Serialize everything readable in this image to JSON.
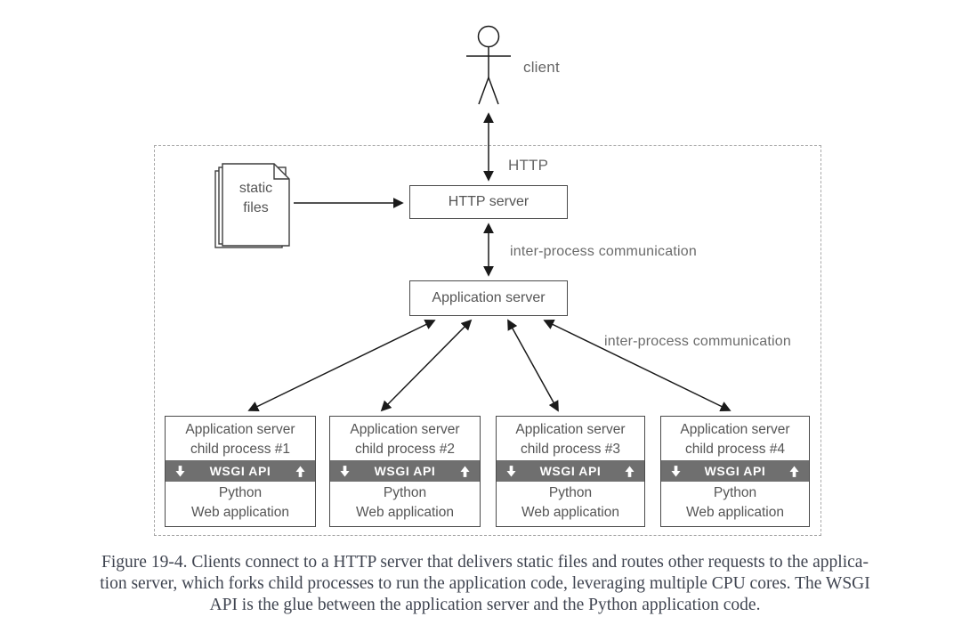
{
  "diagram": {
    "client_label": "client",
    "http_label": "HTTP",
    "static_files": {
      "line1": "static",
      "line2": "files"
    },
    "http_server_label": "HTTP server",
    "app_server_label": "Application server",
    "ipc_label_top": "inter-process communication",
    "ipc_label_bottom": "inter-process communication",
    "child_processes": [
      {
        "title_line1": "Application server",
        "title_line2": "child process #1",
        "wsgi_label": "WSGI API",
        "python_line1": "Python",
        "python_line2": "Web application"
      },
      {
        "title_line1": "Application server",
        "title_line2": "child process #2",
        "wsgi_label": "WSGI API",
        "python_line1": "Python",
        "python_line2": "Web application"
      },
      {
        "title_line1": "Application server",
        "title_line2": "child process #3",
        "wsgi_label": "WSGI API",
        "python_line1": "Python",
        "python_line2": "Web application"
      },
      {
        "title_line1": "Application server",
        "title_line2": "child process #4",
        "wsgi_label": "WSGI API",
        "python_line1": "Python",
        "python_line2": "Web application"
      }
    ],
    "colors": {
      "wsgi_bar": "#6f6f6f",
      "box_border": "#4a4a4a",
      "arrow": "#1a1a1a",
      "label_text": "#666666",
      "dashed_border": "#a8a8a8",
      "caption_text": "#3f4450"
    }
  },
  "caption": {
    "lines": [
      "Figure 19-4. Clients connect to a HTTP server that delivers static files and routes other requests to the applica-",
      "tion server, which forks child processes to run the application code, leveraging multiple CPU cores. The WSGI",
      "API is the glue between the application server and the Python application code."
    ]
  }
}
